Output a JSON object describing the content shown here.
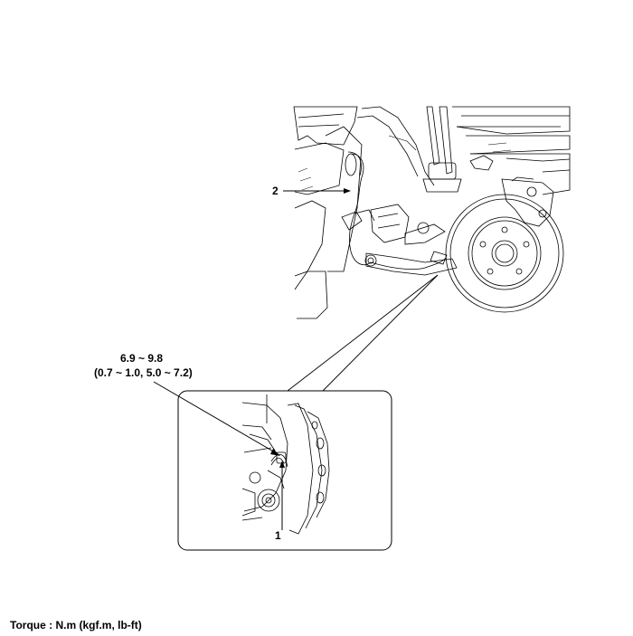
{
  "callouts": {
    "part1": "1",
    "part2": "2"
  },
  "torque_spec": {
    "line1": "6.9 ~ 9.8",
    "line2": "(0.7 ~ 1.0, 5.0 ~ 7.2)"
  },
  "footer": {
    "torque_units": "Torque : N.m (kgf.m, lb-ft)"
  }
}
